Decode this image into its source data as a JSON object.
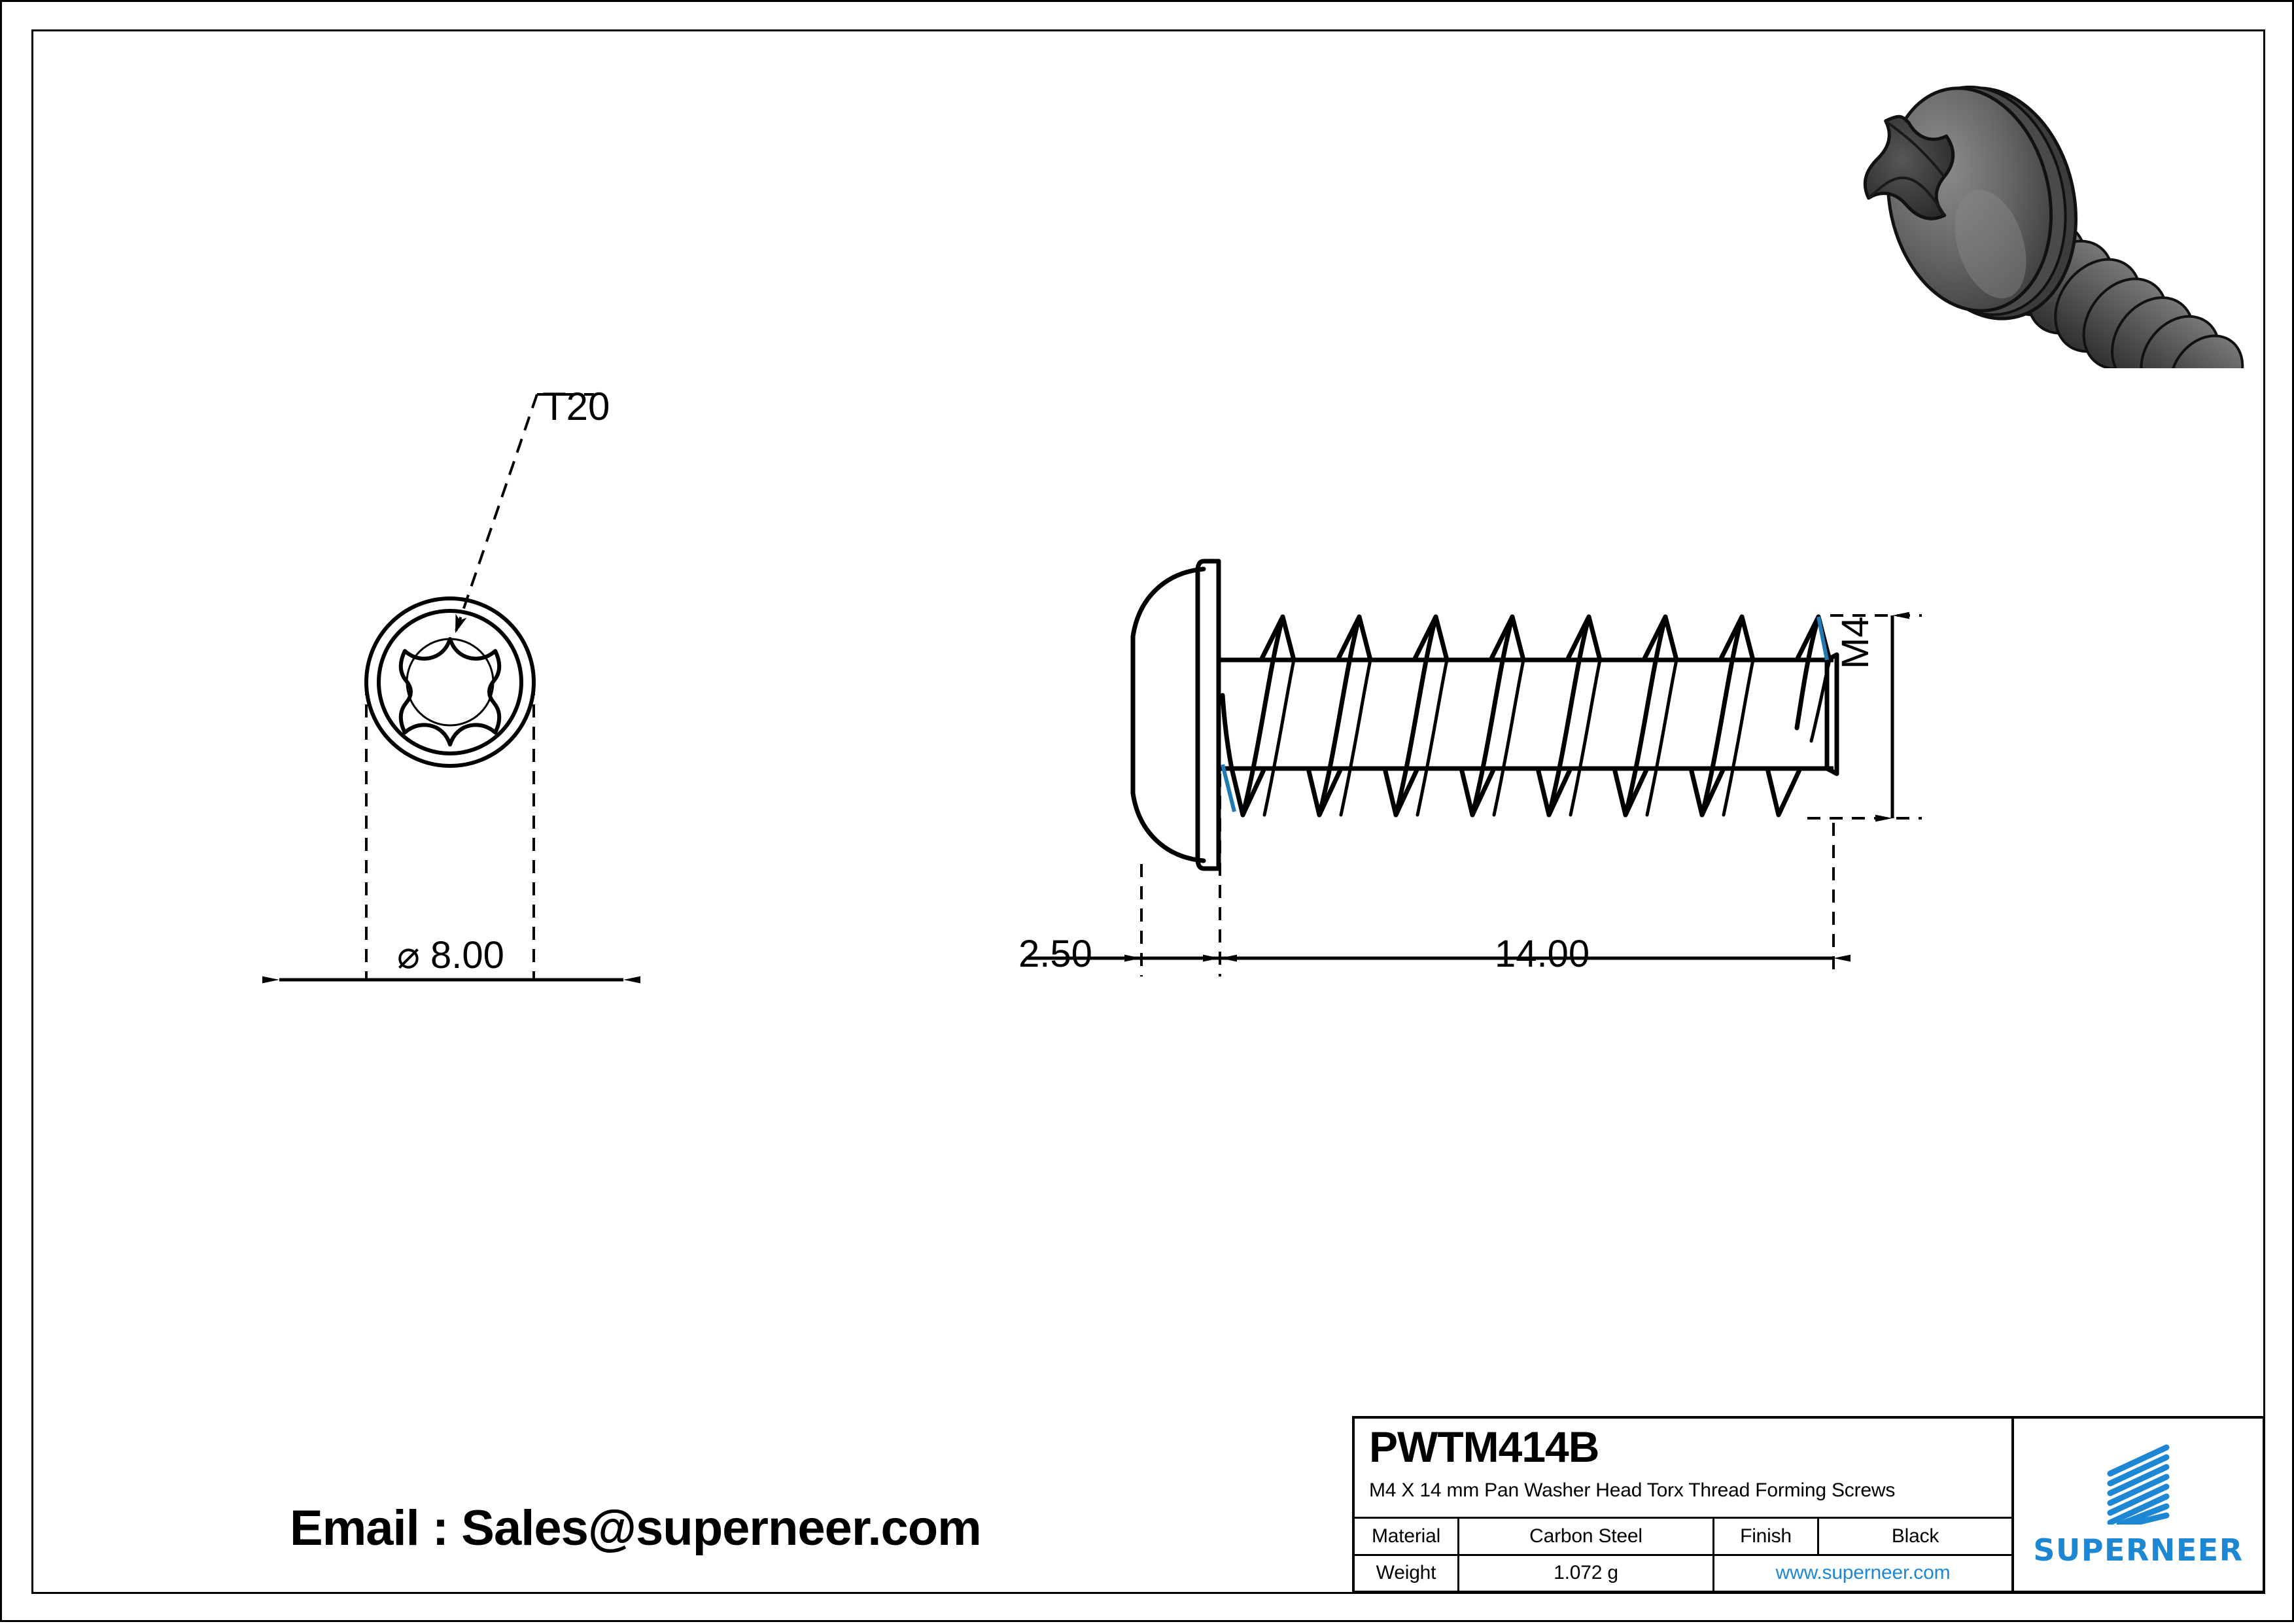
{
  "drawing": {
    "front_view": {
      "callout_label": "T20",
      "diameter_dim": "⌀ 8.00"
    },
    "side_view": {
      "head_thickness_dim": "2.50",
      "length_dim": "14.00",
      "thread_size_dim": "M4"
    }
  },
  "email_line": "Email : Sales@superneer.com",
  "title_block": {
    "part_number": "PWTM414B",
    "description": "M4 X 14 mm Pan Washer Head Torx Thread Forming Screws",
    "rows": [
      {
        "label": "Material",
        "value": "Carbon Steel",
        "label2": "Finish",
        "value2": "Black"
      },
      {
        "label": "Weight",
        "value": "1.072 g",
        "website": "www.superneer.com"
      }
    ],
    "logo_text": "SUPERNEER"
  },
  "colors": {
    "brand_blue": "#1e87d4",
    "line_black": "#000000",
    "render_grey": "#5a5a5a"
  },
  "chart_data": {
    "type": "table",
    "title": "PWTM414B",
    "categories": [
      "Material",
      "Weight",
      "Finish"
    ],
    "values": [
      "Carbon Steel",
      "1.072 g",
      "Black"
    ],
    "annotations": [
      "T20",
      "⌀ 8.00",
      "2.50",
      "14.00",
      "M4"
    ]
  }
}
